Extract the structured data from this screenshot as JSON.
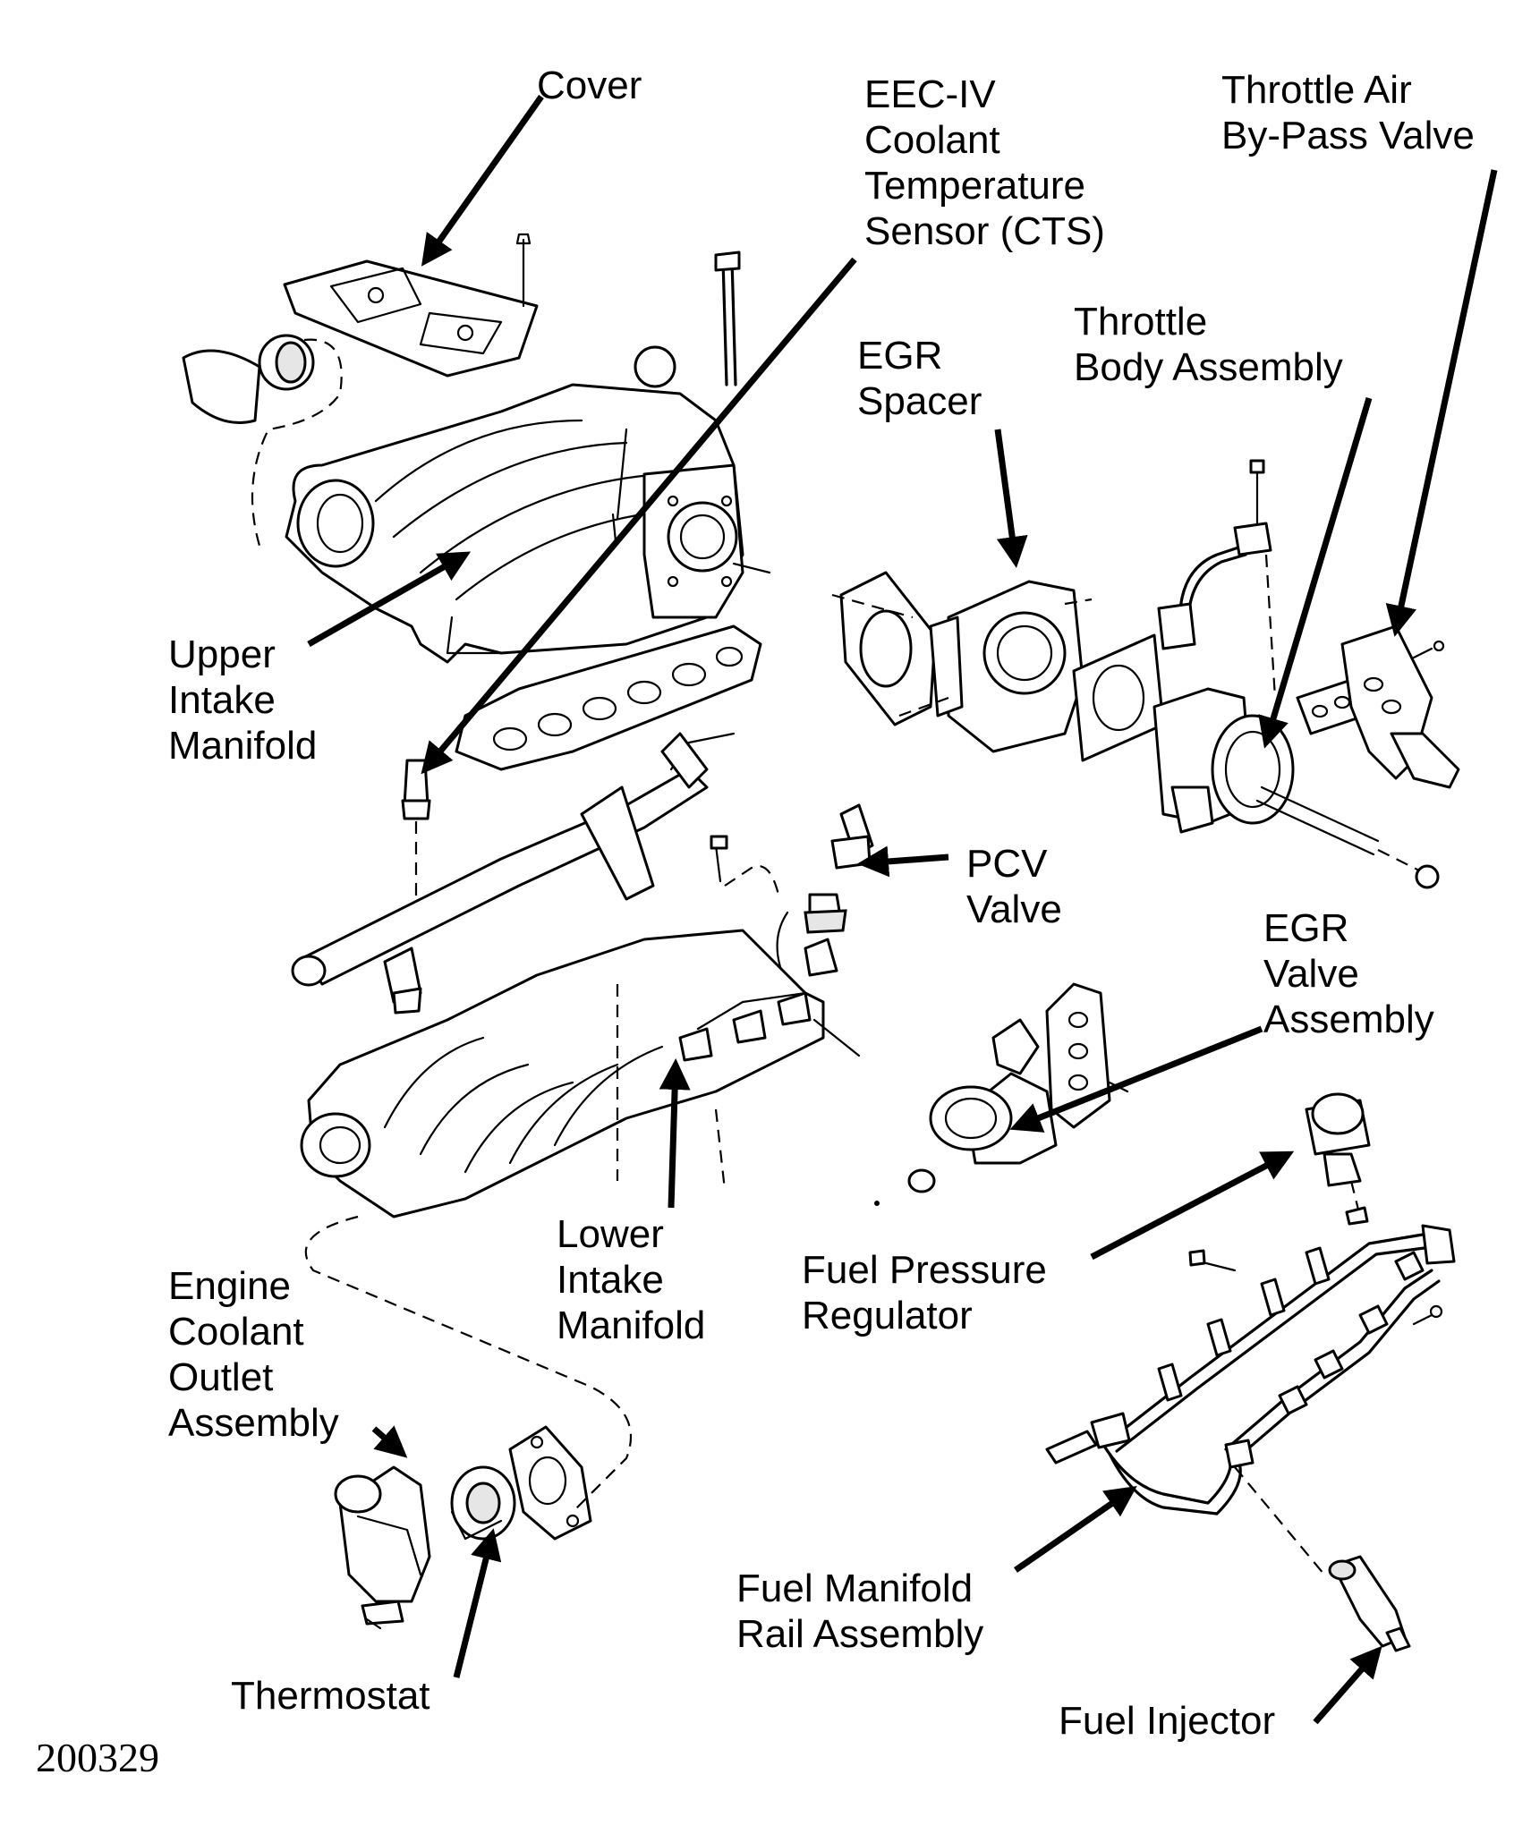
{
  "figure_id": "200329",
  "labels": {
    "cover": "Cover",
    "cts": [
      "EEC-IV",
      "Coolant",
      "Temperature",
      "Sensor (CTS)"
    ],
    "throttle_air": [
      "Throttle Air",
      "By-Pass Valve"
    ],
    "throttle_body": [
      "Throttle",
      "Body Assembly"
    ],
    "egr_spacer": [
      "EGR",
      "Spacer"
    ],
    "upper_manifold": [
      "Upper",
      "Intake",
      "Manifold"
    ],
    "pcv": [
      "PCV",
      "Valve"
    ],
    "egr_valve": [
      "EGR",
      "Valve",
      "Assembly"
    ],
    "lower_manifold": [
      "Lower",
      "Intake",
      "Manifold"
    ],
    "fuel_regulator": [
      "Fuel Pressure",
      "Regulator"
    ],
    "coolant_outlet": [
      "Engine",
      "Coolant",
      "Outlet",
      "Assembly"
    ],
    "thermostat": "Thermostat",
    "fuel_rail": [
      "Fuel Manifold",
      "Rail Assembly"
    ],
    "fuel_injector": "Fuel Injector"
  }
}
